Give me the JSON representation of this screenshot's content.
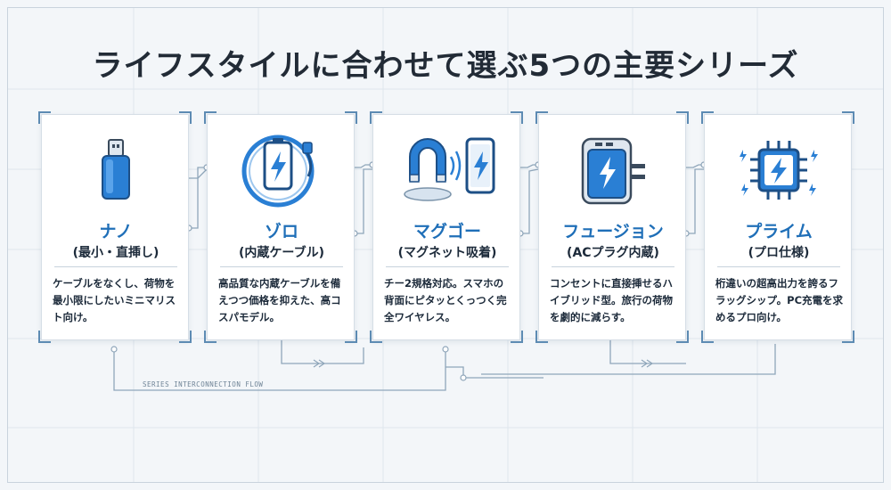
{
  "title": "ライフスタイルに合わせて選ぶ5つの主要シリーズ",
  "flow_label": "SERIES INTERCONNECTION FLOW",
  "colors": {
    "accent": "#1f6fb8",
    "icon_blue": "#2a7fd4",
    "line": "#8fa6ba"
  },
  "series": [
    {
      "name": "ナノ",
      "subtitle": "(最小・直挿し)",
      "description": "ケーブルをなくし、荷物を最小限にしたいミニマリスト向け。",
      "icon": "usb-stick-icon"
    },
    {
      "name": "ゾロ",
      "subtitle": "(内蔵ケーブル)",
      "description": "高品質な内蔵ケーブルを備えつつ価格を抑えた、高コスパモデル。",
      "icon": "battery-cable-icon"
    },
    {
      "name": "マグゴー",
      "subtitle": "(マグネット吸着)",
      "description": "チー2規格対応。スマホの背面にピタッとくっつく完全ワイヤレス。",
      "icon": "magnet-phone-icon"
    },
    {
      "name": "フュージョン",
      "subtitle": "(ACプラグ内蔵)",
      "description": "コンセントに直接挿せるハイブリッド型。旅行の荷物を劇的に減らす。",
      "icon": "ac-plug-battery-icon"
    },
    {
      "name": "プライム",
      "subtitle": "(プロ仕様)",
      "description": "桁違いの超高出力を誇るフラッグシップ。PC充電を求めるプロ向け。",
      "icon": "power-chip-icon"
    }
  ]
}
